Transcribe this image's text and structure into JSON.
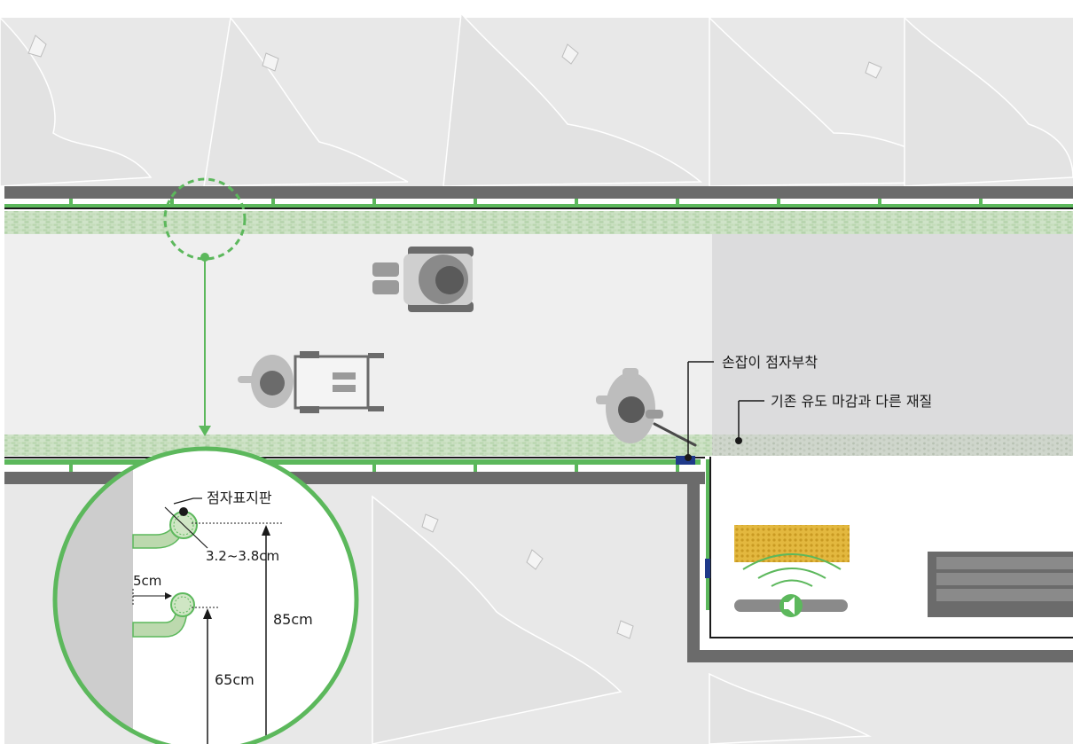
{
  "labels": {
    "braille_sign": "점자표지판",
    "pipe_diameter": "3.2~3.8cm",
    "wall_gap": "5cm",
    "height_upper": "85cm",
    "height_lower": "65cm",
    "handrail_braille": "손잡이 점자부착",
    "different_material": "기존 유도 마감과 다른 재질"
  },
  "colors": {
    "accent_green": "#5cb85c",
    "rail_dark": "#6b6b6b",
    "path_floor": "#efefef",
    "shaded_floor": "#dcdcdd",
    "tree_canopy": "#e6e6e6",
    "tactile_yellow": "#e0b43a",
    "blue_marker": "#1f3a8a"
  },
  "icons": [
    "wheelchair-user-icon",
    "manual-wheelchair-user-icon",
    "white-cane-user-icon",
    "speaker-icon",
    "bench-icon"
  ]
}
